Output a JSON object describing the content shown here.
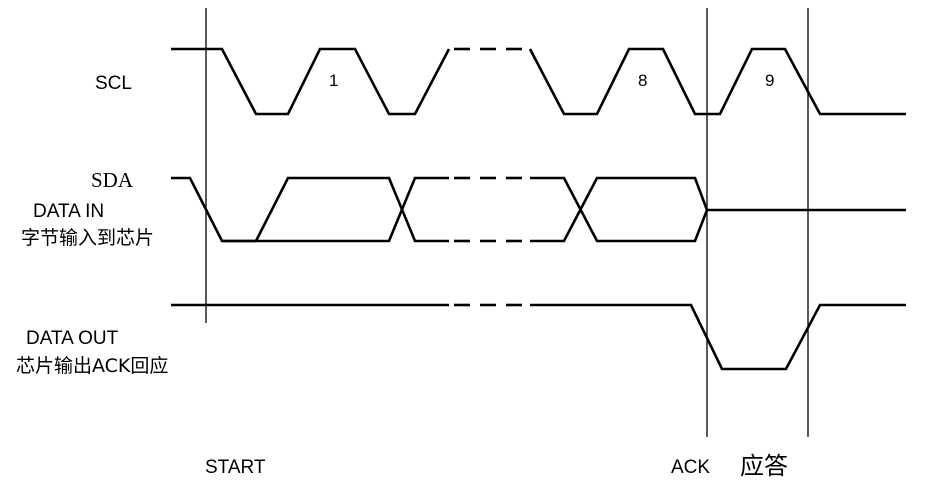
{
  "signals": {
    "scl": "SCL",
    "sda": "SDA",
    "data_in": "DATA IN",
    "data_in_cn": "字节输入到芯片",
    "data_out": "DATA OUT",
    "data_out_cn": "芯片输出ACK回应"
  },
  "clock_labels": [
    "1",
    "8",
    "9"
  ],
  "markers": {
    "start": "START",
    "ack": "ACK",
    "ack_cn": "应答"
  }
}
